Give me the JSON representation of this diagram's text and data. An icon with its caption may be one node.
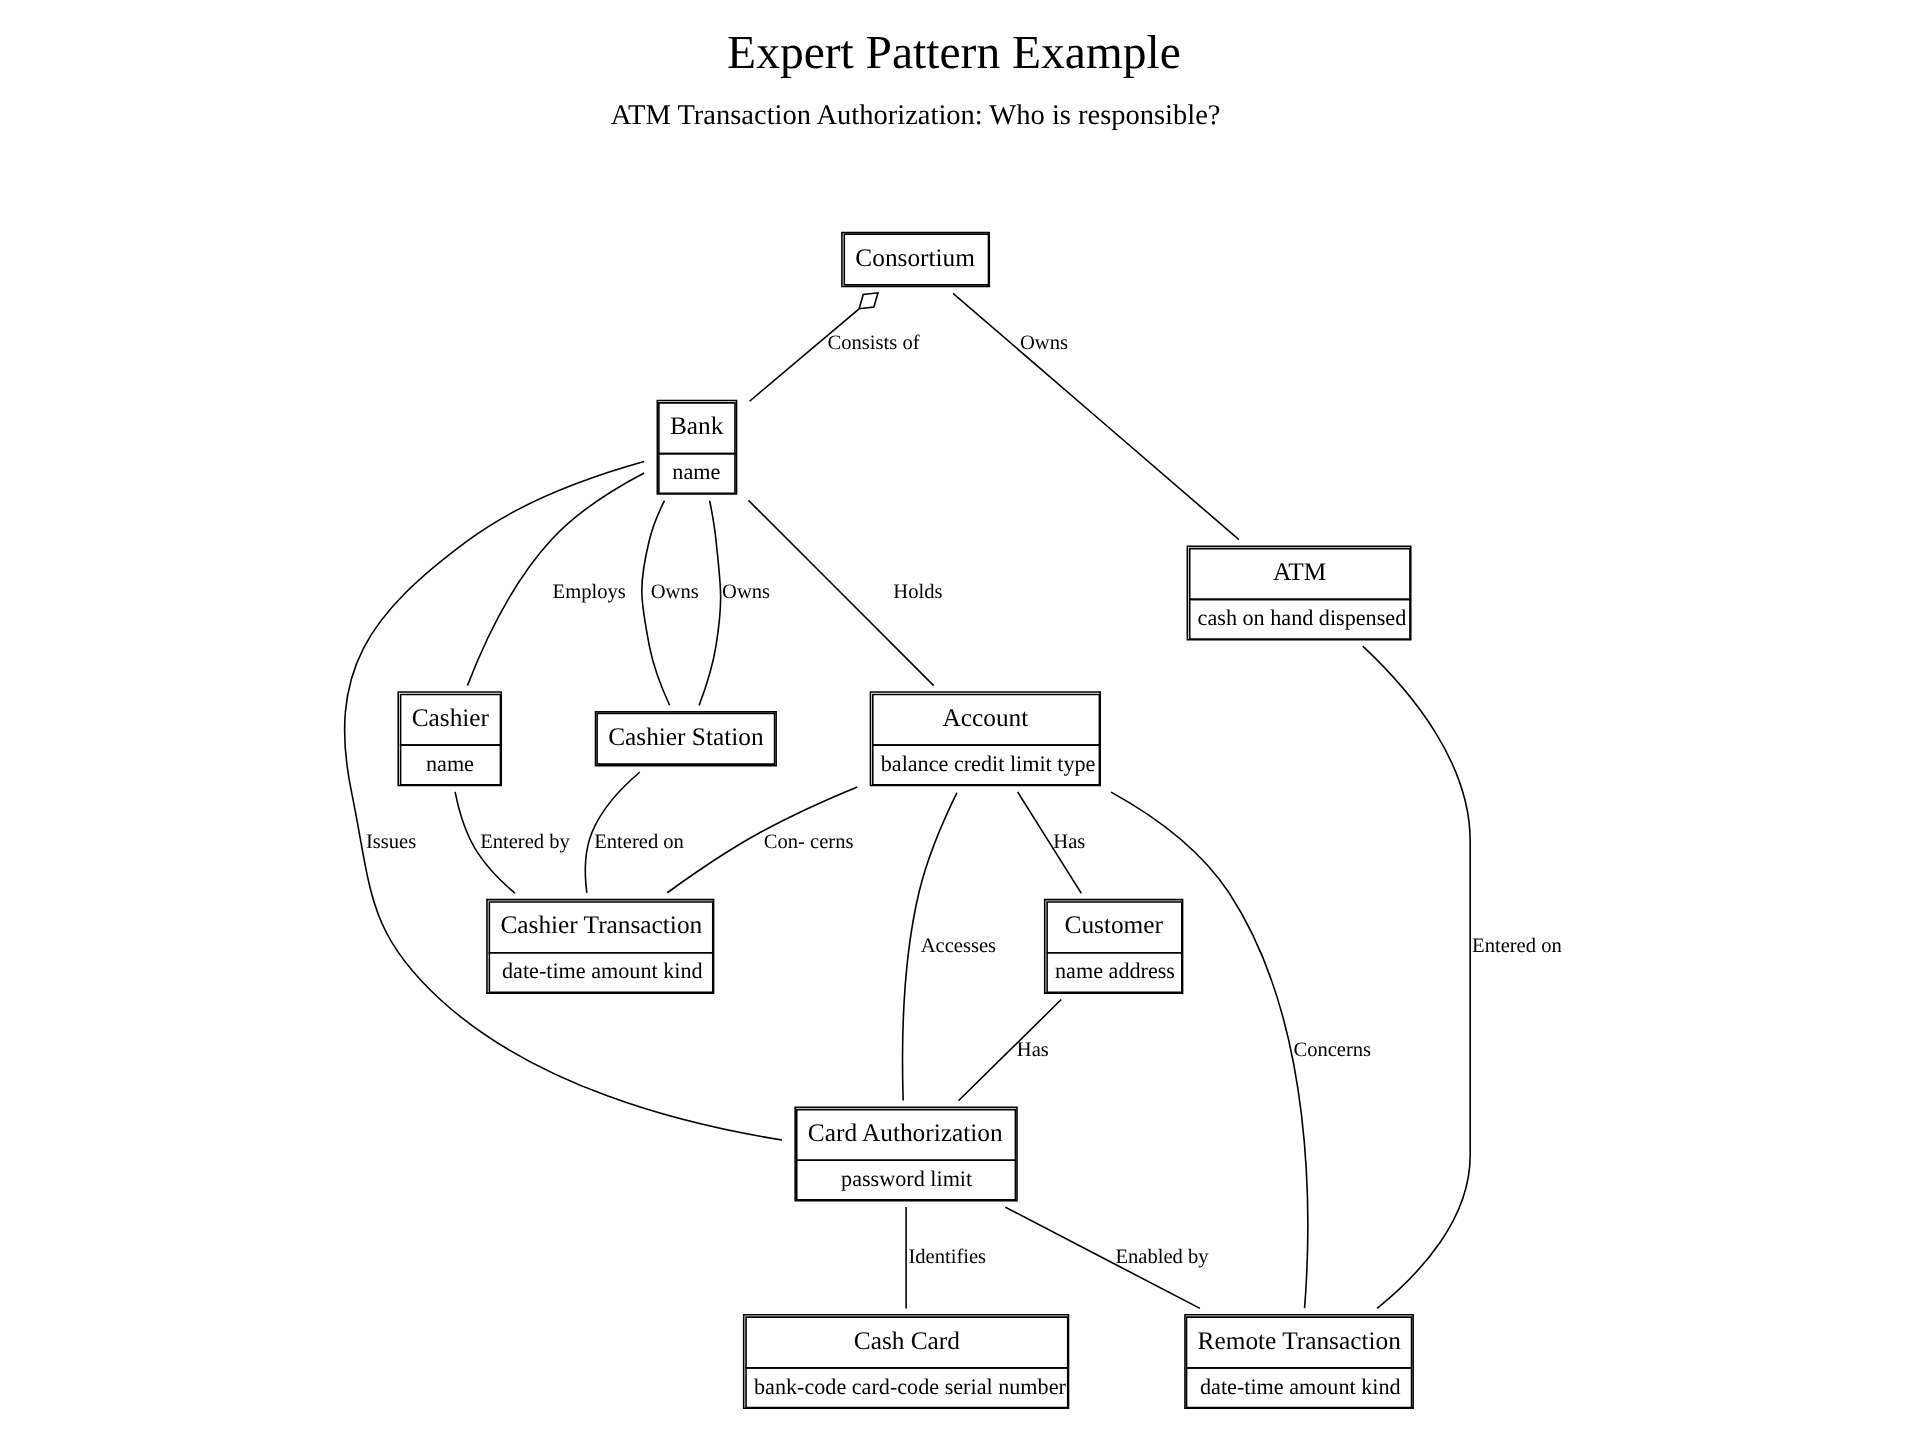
{
  "diagram": {
    "title": "Expert Pattern Example",
    "nodes": [
      {
        "text": [
          "Consortium"
        ]
      },
      {
        "text": [
          "Bank",
          "name"
        ]
      },
      {
        "text": [
          "Account",
          "balance credit limit type"
        ]
      },
      {
        "text": [
          "Customer",
          "name address"
        ]
      },
      {
        "text": [
          "Cashier",
          "name"
        ]
      },
      {
        "text": [
          "Cashier Station"
        ]
      },
      {
        "text": [
          "Cashier Transaction",
          "date-time amount kind"
        ]
      },
      {
        "text": [
          "Card Authorization",
          "password limit"
        ]
      },
      {
        "text": [
          "ATM",
          "cash on hand dispensed"
        ]
      },
      {
        "text": [
          "Remote Transaction",
          "date-time amount kind"
        ]
      },
      {
        "text": [
          "Cash Card",
          "bank-code card-code serial number"
        ]
      }
    ],
    "edges": [
      {
        "from": 0,
        "to": 1,
        "arrow": "other",
        "label": "Consists of"
      },
      {
        "from": 1,
        "to": 2,
        "arrow": "none",
        "label": "Holds"
      },
      {
        "from": 2,
        "to": 3,
        "arrow": "none",
        "label": "Has"
      },
      {
        "from": 1,
        "to": 7,
        "arrow": "none",
        "label": "Issues"
      },
      {
        "from": 1,
        "to": 4,
        "arrow": "none",
        "label": "Employs"
      },
      {
        "from": 1,
        "to": 5,
        "arrow": "none",
        "label": "Owns"
      },
      {
        "from": 1,
        "to": 5,
        "arrow": "none",
        "label": "Owns"
      },
      {
        "from": 0,
        "to": 8,
        "arrow": "none",
        "label": "Owns"
      },
      {
        "from": 2,
        "to": 6,
        "arrow": "none",
        "label": "Con- cerns"
      },
      {
        "from": 2,
        "to": 9,
        "arrow": "none",
        "label": "Concerns"
      },
      {
        "from": 2,
        "to": 7,
        "arrow": "none",
        "label": "Accesses"
      },
      {
        "from": 3,
        "to": 7,
        "arrow": "none",
        "label": "Has"
      },
      {
        "from": 4,
        "to": 6,
        "arrow": "none",
        "label": "Entered by"
      },
      {
        "from": 5,
        "to": 6,
        "arrow": "none",
        "label": "Entered on"
      },
      {
        "from": 8,
        "to": 9,
        "arrow": "none",
        "label": "Entered on"
      },
      {
        "from": 7,
        "to": 9,
        "arrow": "none",
        "label": "Enabled by"
      },
      {
        "from": 7,
        "to": 10,
        "arrow": "none",
        "label": "Identifies"
      }
    ],
    "labels": [
      "ATM Transaction Authorization: Who is responsible?"
    ]
  }
}
